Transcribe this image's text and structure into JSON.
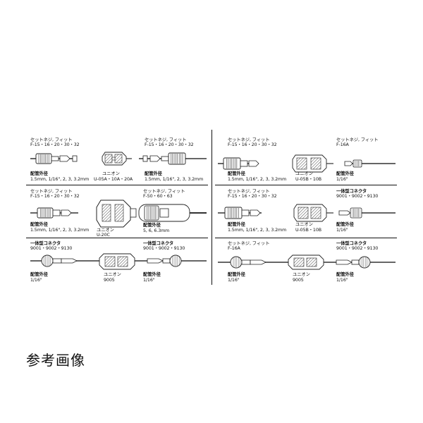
{
  "caption": "参考画像",
  "panels": {
    "p1": {
      "set_title": "セットネジ, フィット",
      "set_models": "F-15・16・20・30・32",
      "pipe_title": "配管外径",
      "pipe_sizes": "1.5mm, 1/16\", 2, 3, 3.2mm",
      "union_title": "ユニオン",
      "union_models": "U-05A・10A・20A",
      "set2_title": "セットネジ, フィット",
      "set2_models": "F-15・16・20・30・32",
      "pipe2_title": "配管外径",
      "pipe2_sizes": "1.5mm, 1/16\", 2, 3, 3.2mm"
    },
    "p2": {
      "set_title": "セットネジ, フィット",
      "set_models": "F-15・16・20・30・32",
      "pipe_title": "配管外径",
      "pipe_sizes": "1.5mm, 1/16\", 2, 3, 3.2mm",
      "union_title": "ユニオン",
      "union_models": "U-05B・10B",
      "set2_title": "セットネジ, フィット",
      "set2_models": "F-16A",
      "pipe2_title": "配管外径",
      "pipe2_sizes": "1/16\""
    },
    "p3": {
      "set_title": "セットネジ, フィット",
      "set_models": "F-15・16・20・30・32",
      "pipe_title": "配管外径",
      "pipe_sizes": "1.5mm, 1/16\", 2, 3, 3.2mm",
      "union_title": "ユニオン",
      "union_models": "U-20C",
      "set2_title": "セットネジ, フィット",
      "set2_models": "F-50・60・63",
      "pipe2_title": "配管外径",
      "pipe2_sizes": "5, 6, 6.3mm"
    },
    "p4": {
      "set_title": "セットネジ, フィット",
      "set_models": "F-15・16・20・30・32",
      "pipe_title": "配管外径",
      "pipe_sizes": "1.5mm, 1/16\", 2, 3, 3.2mm",
      "union_title": "ユニオン",
      "union_models": "U-05B・10B",
      "conn_title": "一体型コネクタ",
      "conn_models": "9001・9002・9130",
      "pipe2_title": "配管外径",
      "pipe2_sizes": "1/16\""
    },
    "p5": {
      "conn_title": "一体型コネクタ",
      "conn_models": "9001・9002・9130",
      "pipe_title": "配管外径",
      "pipe_sizes": "1/16\"",
      "union_title": "ユニオン",
      "union_models": "9005",
      "conn2_title": "一体型コネクタ",
      "conn2_models": "9001・9002・9130",
      "pipe2_title": "配管外径",
      "pipe2_sizes": "1/16\""
    },
    "p6": {
      "set_title": "セットネジ, フィット",
      "set_models": "F-16A",
      "pipe_title": "配管外径",
      "pipe_sizes": "1/16\"",
      "union_title": "ユニオン",
      "union_models": "9005",
      "conn_title": "一体型コネクタ",
      "conn_models": "9001・9002・9130",
      "pipe2_title": "配管外径",
      "pipe2_sizes": "1/16\""
    }
  }
}
